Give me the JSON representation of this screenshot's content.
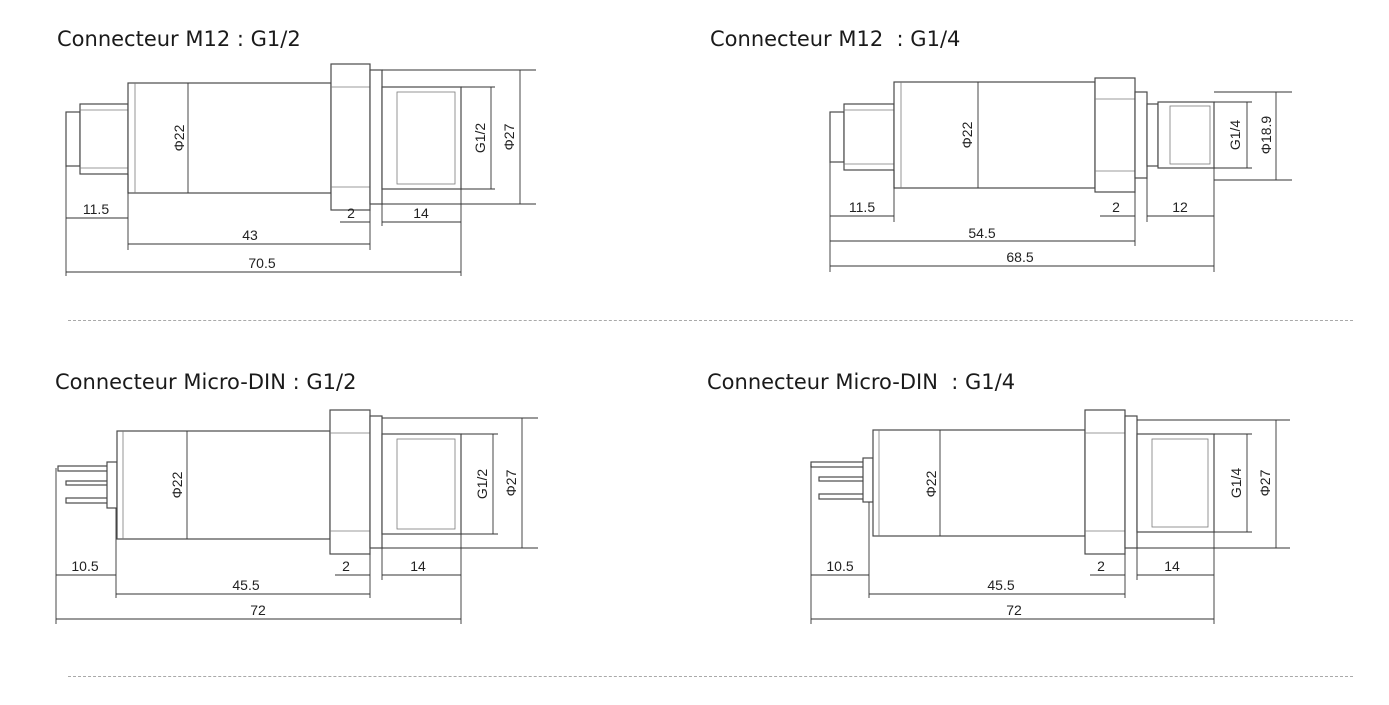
{
  "drawings": [
    {
      "title": "Connecteur M12 : G1/2",
      "dims": {
        "dia_body": "Φ22",
        "thread": "G1/2",
        "dia_hex": "Φ27",
        "conn": "11.5",
        "body": "43",
        "total": "70.5",
        "gap": "2",
        "thread_len": "14"
      }
    },
    {
      "title": "Connecteur M12  : G1/4",
      "dims": {
        "dia_body": "Φ22",
        "thread": "G1/4",
        "dia_hex": "Φ18.9",
        "conn": "11.5",
        "body": "54.5",
        "total": "68.5",
        "gap": "2",
        "thread_len": "12"
      }
    },
    {
      "title": "Connecteur Micro-DIN : G1/2",
      "dims": {
        "dia_body": "Φ22",
        "thread": "G1/2",
        "dia_hex": "Φ27",
        "conn": "10.5",
        "body": "45.5",
        "total": "72",
        "gap": "2",
        "thread_len": "14"
      }
    },
    {
      "title": "Connecteur Micro-DIN  : G1/4",
      "dims": {
        "dia_body": "Φ22",
        "thread": "G1/4",
        "dia_hex": "Φ27",
        "conn": "10.5",
        "body": "45.5",
        "total": "72",
        "gap": "2",
        "thread_len": "14"
      }
    }
  ]
}
